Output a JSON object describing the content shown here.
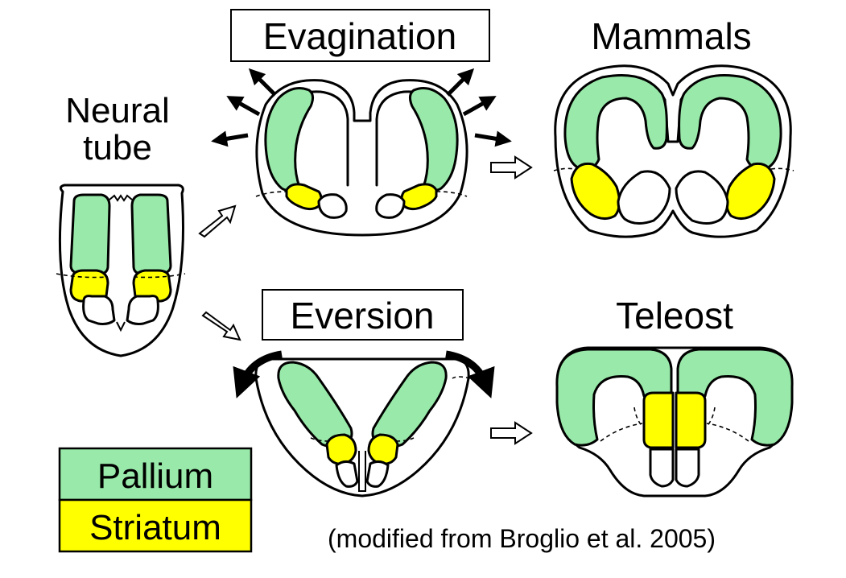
{
  "labels": {
    "neural_tube_line1": "Neural",
    "neural_tube_line2": "tube",
    "evagination": "Evagination",
    "eversion": "Eversion",
    "mammals": "Mammals",
    "teleost": "Teleost",
    "credit": "(modified from Broglio et al. 2005)"
  },
  "legend": {
    "items": [
      {
        "label": "Pallium",
        "color": "#99eaaa"
      },
      {
        "label": "Striatum",
        "color": "#ffff00"
      }
    ]
  },
  "colors": {
    "pallium": "#99eaaa",
    "striatum": "#ffff00",
    "outline": "#000000",
    "background": "#ffffff"
  }
}
